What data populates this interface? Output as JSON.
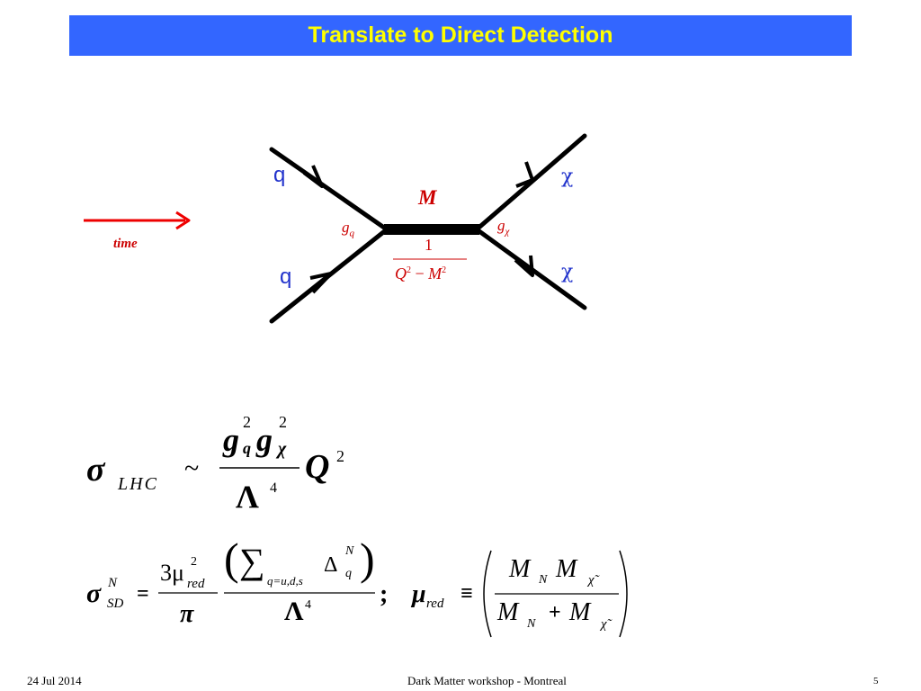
{
  "slide": {
    "title": "Translate to Direct Detection"
  },
  "diagram": {
    "quark_in_top": "q",
    "quark_in_bottom": "q",
    "chi_out_top": "χ",
    "chi_out_bottom": "χ",
    "mediator_label": "M",
    "coupling_left_base": "g",
    "coupling_left_sub": "q",
    "coupling_right_base": "g",
    "coupling_right_sub": "χ",
    "propagator_numerator": "1",
    "propagator_denominator_q": "Q",
    "propagator_denominator_q_exp": "2",
    "propagator_minus": "−",
    "propagator_denominator_m": "M",
    "propagator_denominator_m_exp": "2",
    "time_label": "time",
    "colors": {
      "lines": "#000000",
      "labels": "#2233cc",
      "red": "#cc0000",
      "arrow": "#ee0000"
    }
  },
  "equations": {
    "lhc_sigma": "σ",
    "lhc_sub": "LHC",
    "lhc_tilde": "~",
    "lhc_g": "g",
    "lhc_gq_sub": "q",
    "lhc_gq_sup": "2",
    "lhc_gchi_sub": "χ",
    "lhc_gchi_sup": "2",
    "lhc_lambda": "Λ",
    "lhc_lambda_exp": "4",
    "lhc_Q": "Q",
    "lhc_Q_exp": "2",
    "sd_sigma": "σ",
    "sd_sup": "N",
    "sd_sub": "SD",
    "sd_equals": "=",
    "sd_num": "3μ",
    "sd_mu_sup": "2",
    "sd_mu_sub": "red",
    "sd_pi": "π",
    "sd_paren_open": "(",
    "sd_sum": "∑",
    "sd_sum_sub": "q=u,d,s",
    "sd_delta": "Δ",
    "sd_delta_sup": "N",
    "sd_delta_sub": "q",
    "sd_paren_close": ")",
    "sd_lambda": "Λ",
    "sd_lambda_exp": "4",
    "sd_semicolon": ";",
    "mu": "μ",
    "mu_sub": "red",
    "mu_equiv": "≡",
    "mu_num": "MNMχ̃",
    "mu_M": "M",
    "mu_N": "N",
    "mu_chi": "χ̃",
    "mu_plus": "+"
  },
  "footer": {
    "date": "24 Jul 2014",
    "event": "Dark Matter workshop - Montreal",
    "page": "5"
  }
}
